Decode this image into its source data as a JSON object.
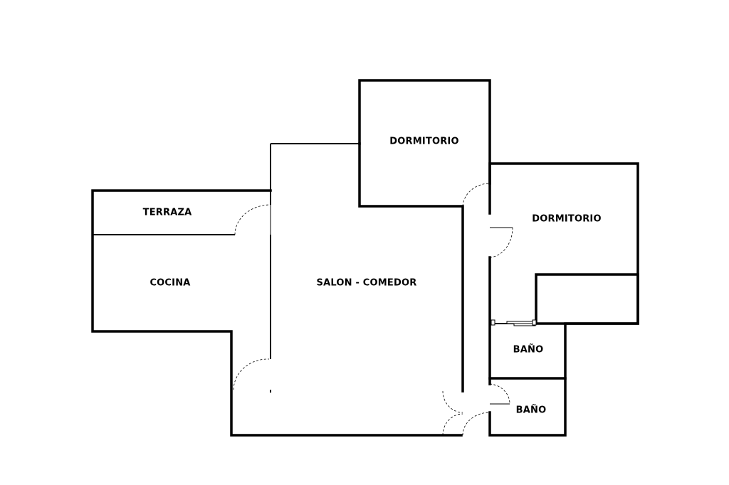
{
  "rooms": {
    "terraza": "TERRAZA",
    "cocina": "COCINA",
    "salon_comedor": "SALON - COMEDOR",
    "dormitorio_1": "DORMITORIO",
    "dormitorio_2": "DORMITORIO",
    "bano_1": "BAÑO",
    "bano_2": "BAÑO"
  },
  "colors": {
    "wall": "#000000",
    "background": "#ffffff"
  }
}
